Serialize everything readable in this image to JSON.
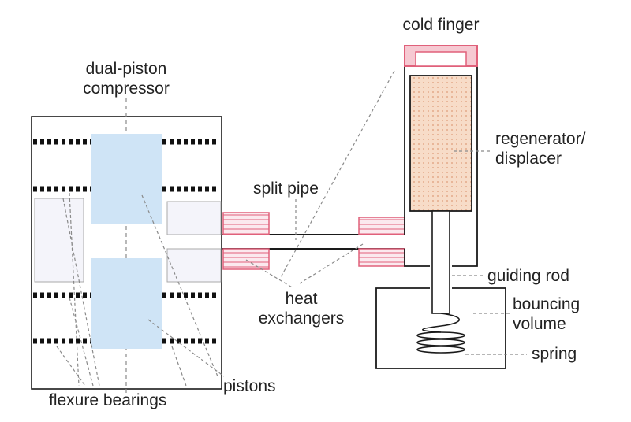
{
  "diagram": {
    "labels": {
      "cold_finger": "cold finger",
      "compressor_line1": "dual-piston",
      "compressor_line2": "compressor",
      "regenerator_line1": "regenerator/",
      "regenerator_line2": "displacer",
      "split_pipe": "split pipe",
      "guiding_rod": "guiding rod",
      "heat_line1": "heat",
      "heat_line2": "exchangers",
      "bouncing_line1": "bouncing",
      "bouncing_line2": "volume",
      "spring": "spring",
      "flexure_bearings": "flexure bearings",
      "pistons": "pistons"
    },
    "colors": {
      "piston_fill": "#cfe4f6",
      "heat_exchanger": "#e0607a",
      "regenerator_fill": "#f7dcc8",
      "ink": "#1a1a1a",
      "leader": "#8a8a8a"
    }
  }
}
